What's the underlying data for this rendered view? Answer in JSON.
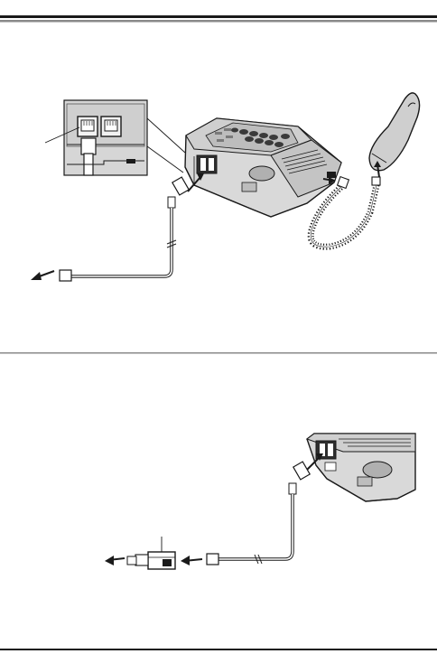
{
  "page": {
    "header_rules": true,
    "section_divider": true,
    "footer_rule": true
  },
  "colors": {
    "ink": "#1a1a1a",
    "device_fill": "#d9d9d9",
    "device_shade": "#9a9a9a",
    "device_dark": "#3a3a3a",
    "rule_gray": "#8a8a8a"
  },
  "figures": [
    {
      "name": "phone-connection-figure",
      "parts": [
        "base-unit",
        "handset",
        "coiled-cord",
        "telephone-line-cord",
        "jack-closeup"
      ]
    },
    {
      "name": "dsl-filter-connection-figure",
      "parts": [
        "base-unit-partial",
        "telephone-line-cord",
        "dsl-filter",
        "plug"
      ]
    }
  ]
}
